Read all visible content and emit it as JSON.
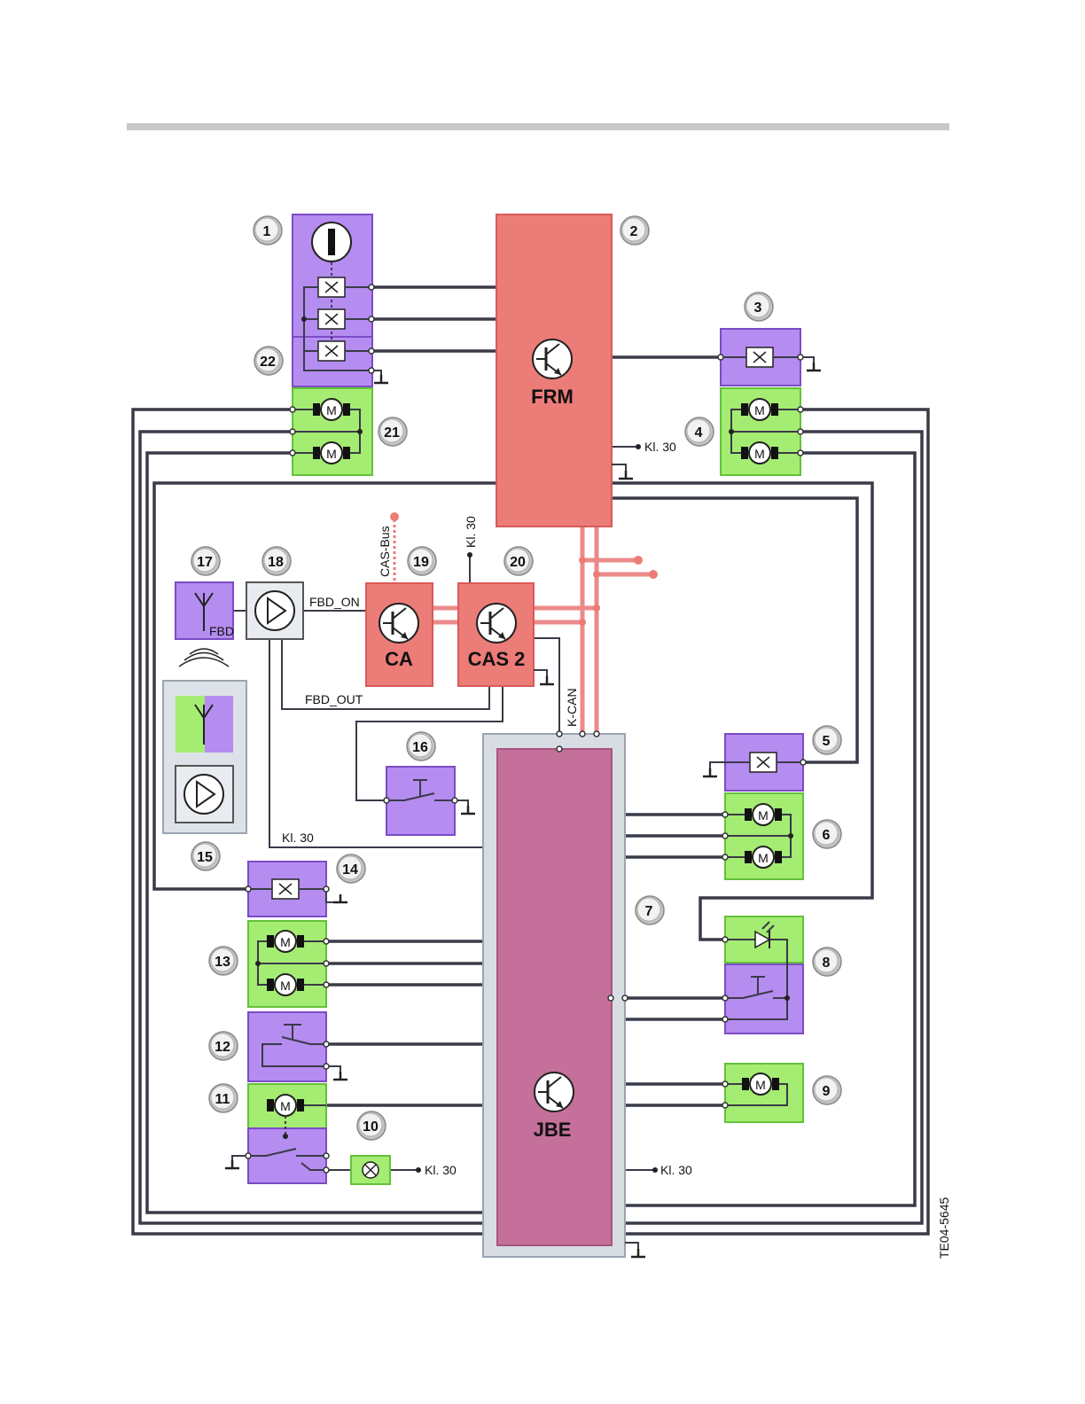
{
  "labels": {
    "frm": "FRM",
    "jbe": "JBE",
    "ca": "CA",
    "cas2": "CAS 2",
    "fbd": "FBD",
    "fbd_on": "FBD_ON",
    "fbd_out": "FBD_OUT",
    "cas_bus": "CAS-Bus",
    "k_can": "K-CAN",
    "kl30": "Kl. 30",
    "motor": "M",
    "figure_id": "TE04-5645"
  },
  "callouts": [
    "1",
    "2",
    "3",
    "4",
    "5",
    "6",
    "7",
    "8",
    "9",
    "10",
    "11",
    "12",
    "13",
    "14",
    "15",
    "16",
    "17",
    "18",
    "19",
    "20",
    "21",
    "22"
  ],
  "colors": {
    "module_red": "#ec7c78",
    "jbe_magenta": "#c4709a",
    "component_purple": "#b58cf0",
    "component_green": "#a4ec72",
    "can_bus": "#ec8a8a"
  }
}
